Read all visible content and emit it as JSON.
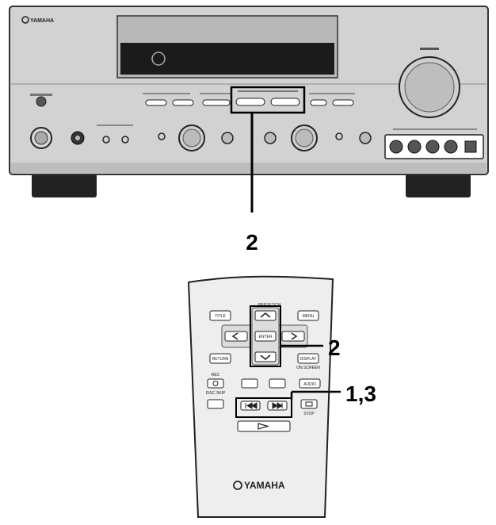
{
  "receiver": {
    "brand": "YAMAHA"
  },
  "remote": {
    "brand": "YAMAHA",
    "labels": {
      "preset_cat": "PRESET/CH",
      "title": "TITLE",
      "menu": "MENU",
      "enter": "ENTER",
      "return": "RETURN",
      "display": "DISPLAY",
      "sub_label": "ON SCREEN",
      "rec": "REC",
      "disc_skip": "DISC SKIP",
      "audio": "AUDIO",
      "stop": "STOP"
    }
  },
  "callouts": {
    "receiver_step": "2",
    "remote_cursor_step": "2",
    "remote_skip_steps": "1,3"
  }
}
